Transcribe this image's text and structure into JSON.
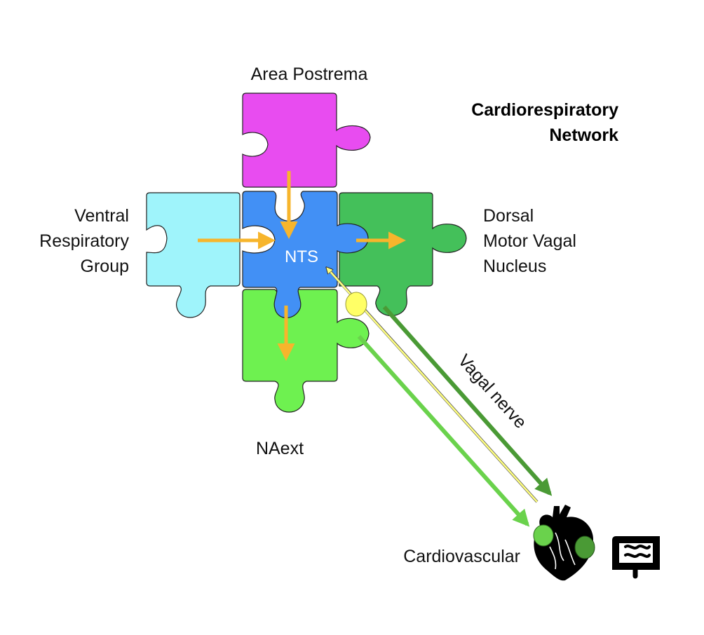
{
  "title": {
    "line1": "Cardiorespiratory",
    "line2": "Network"
  },
  "pieces": {
    "area_postrema": {
      "label": "Area Postrema",
      "color": "#e84cf0"
    },
    "nts": {
      "label": "NTS",
      "color": "#4290f5"
    },
    "vrg": {
      "line1": "Ventral",
      "line2": "Respiratory",
      "line3": "Group",
      "color": "#9ff4fb"
    },
    "dmv": {
      "line1": "Dorsal",
      "line2": "Motor Vagal",
      "line3": "Nucleus",
      "color": "#44c05a"
    },
    "naext": {
      "label": "NAext",
      "color": "#6ef150"
    }
  },
  "vagal_nerve_label": "Vagal nerve",
  "cardiovascular_label": "Cardiovascular",
  "colors": {
    "projection_arrow": "#f7b52c",
    "afferent_fiber": "#ffff80",
    "dmv_efferent": "#4a9a35",
    "naext_efferent": "#6ad24c",
    "heart": "#000000"
  },
  "icons": {
    "heart": "heart-icon",
    "intestine": "intestine-icon"
  }
}
